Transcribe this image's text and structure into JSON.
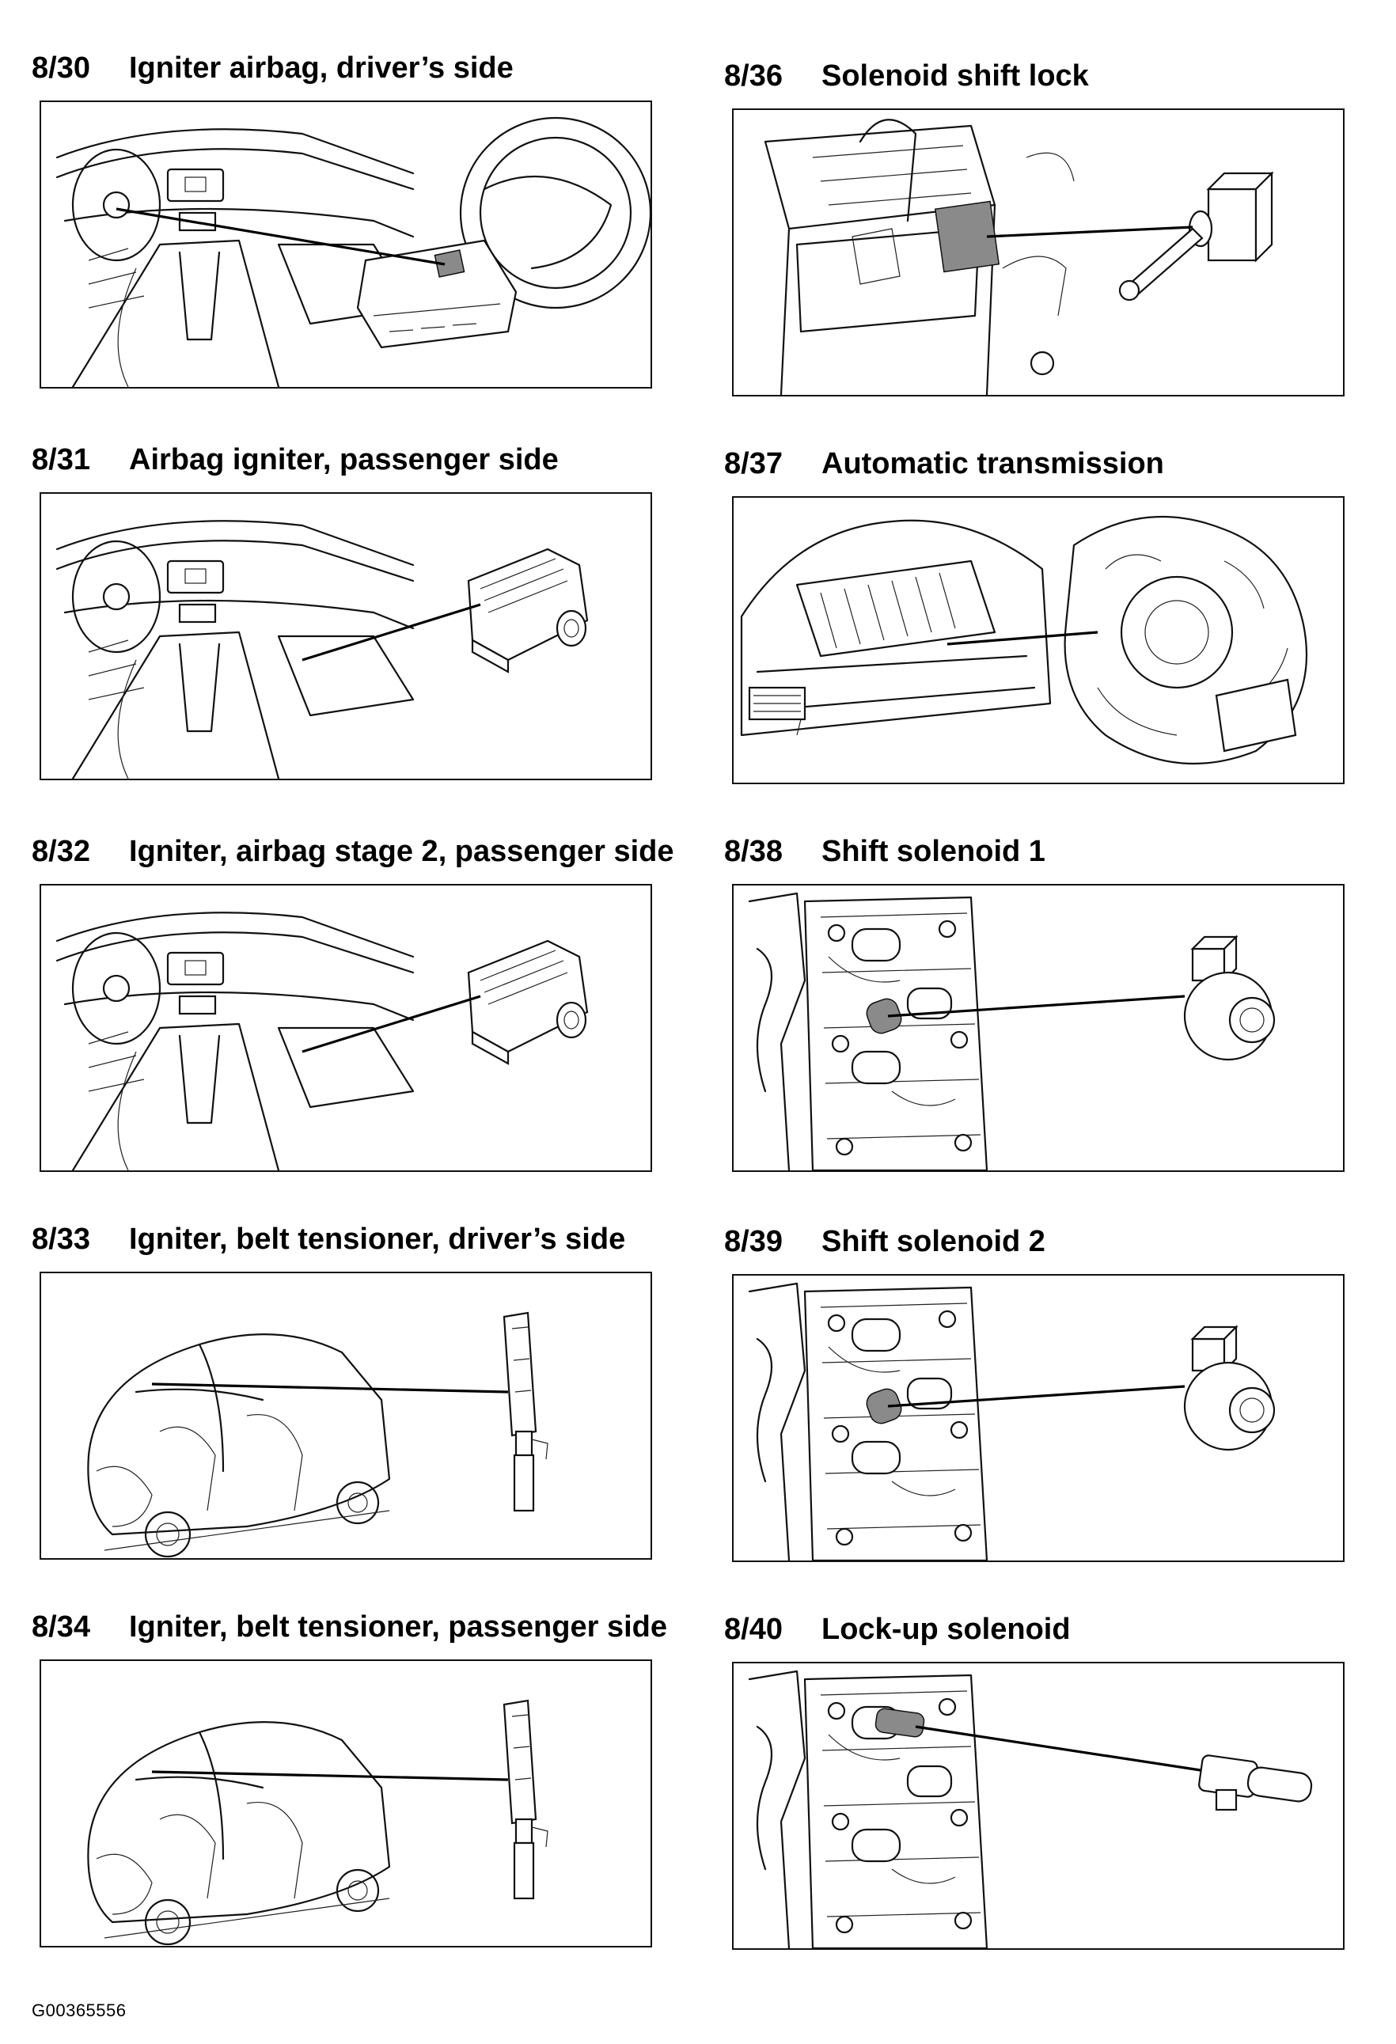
{
  "items": [
    {
      "number": "8/30",
      "title": "Igniter airbag, driver’s side",
      "kind": "dash-driver"
    },
    {
      "number": "8/31",
      "title": "Airbag igniter, passenger side",
      "kind": "dash-pass"
    },
    {
      "number": "8/32",
      "title": "Igniter, airbag stage 2, passenger side",
      "kind": "dash-pass"
    },
    {
      "number": "8/33",
      "title": "Igniter, belt tensioner, driver’s side",
      "kind": "car-belt"
    },
    {
      "number": "8/34",
      "title": "Igniter, belt tensioner, passenger side",
      "kind": "car-belt"
    },
    {
      "number": "8/36",
      "title": "Solenoid shift lock",
      "kind": "shift-lock"
    },
    {
      "number": "8/37",
      "title": "Automatic transmission",
      "kind": "transmission"
    },
    {
      "number": "8/38",
      "title": "Shift solenoid 1",
      "kind": "valve-block"
    },
    {
      "number": "8/39",
      "title": "Shift solenoid 2",
      "kind": "valve-block"
    },
    {
      "number": "8/40",
      "title": "Lock-up solenoid",
      "kind": "valve-lockup"
    }
  ],
  "footer_code": "G00365556"
}
